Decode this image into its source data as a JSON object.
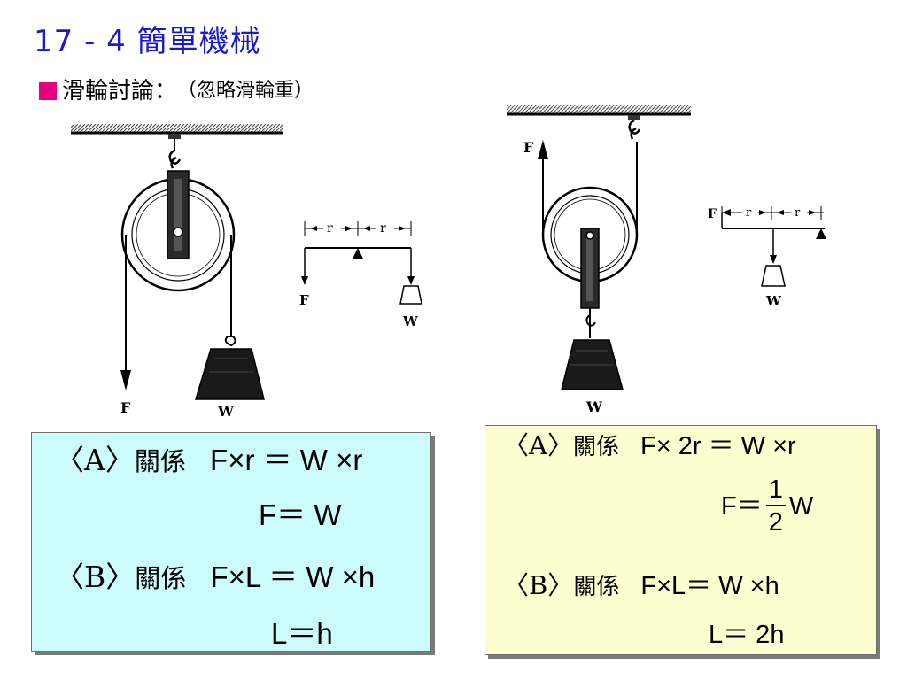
{
  "title": "17 - 4  簡單機械",
  "subtitle": {
    "main": "滑輪討論：",
    "note": "（忽略滑輪重）"
  },
  "colors": {
    "title": "#1a1acc",
    "bullet": "#e6007e",
    "box_left_bg": "#ccfbfb",
    "box_right_bg": "#fdfdcf"
  },
  "fixed_pulley": {
    "force_label": "F",
    "weight_label": "W",
    "lever": {
      "r_left": "r",
      "r_right": "r",
      "force_label": "F",
      "weight_label": "W"
    }
  },
  "movable_pulley": {
    "force_label": "F",
    "weight_label": "W",
    "lever": {
      "force_label": "F",
      "r_left": "r",
      "r_right": "r",
      "weight_label": "W"
    }
  },
  "box_left": {
    "a_tag": "〈A〉",
    "a_word": "關係",
    "a_eq": "F×r ＝ W ×r",
    "a_result": "F＝ W",
    "b_tag": "〈B〉",
    "b_word": "關係",
    "b_eq": "F×L ＝ W ×h",
    "b_result": "L＝h"
  },
  "box_right": {
    "a_tag": "〈A〉",
    "a_word": "關係",
    "a_eq": "F× 2r ＝ W ×r",
    "a_result_lhs": "F＝",
    "a_result_num": "1",
    "a_result_den": "2",
    "a_result_rhs": "W",
    "b_tag": "〈B〉",
    "b_word": "關係",
    "b_eq": "F×L＝ W ×h",
    "b_result": "L＝ 2h"
  }
}
